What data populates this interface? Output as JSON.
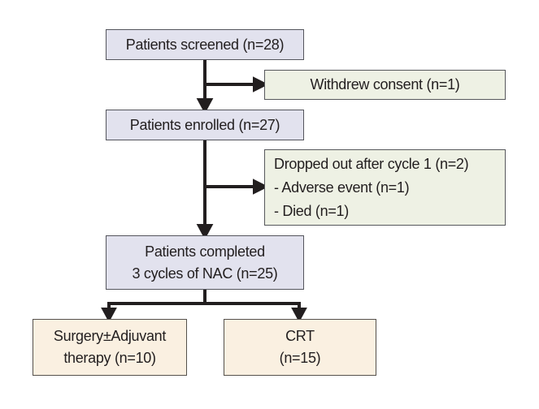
{
  "diagram": {
    "type": "patient-flow-diagram",
    "boxes": {
      "screened": {
        "label": "Patients screened (n=28)"
      },
      "withdrew": {
        "label": "Withdrew consent (n=1)"
      },
      "enrolled": {
        "label": "Patients enrolled (n=27)"
      },
      "dropped": {
        "lines": [
          "Dropped out after cycle 1 (n=2)",
          "- Adverse event (n=1)",
          "- Died (n=1)"
        ]
      },
      "completed": {
        "lines": [
          "Patients completed",
          "3 cycles of NAC (n=25)"
        ]
      },
      "surgery": {
        "lines": [
          "Surgery±Adjuvant",
          "therapy (n=10)"
        ]
      },
      "crt": {
        "lines": [
          "CRT",
          "(n=15)"
        ]
      }
    },
    "counts": {
      "screened": 28,
      "withdrew_consent": 1,
      "enrolled": 27,
      "dropped_after_cycle1": 2,
      "adverse_event": 1,
      "died": 1,
      "completed_3_cycles_nac": 25,
      "surgery_adjuvant": 10,
      "crt": 15
    },
    "colors": {
      "main_box_fill": "#e2e2ee",
      "side_box_fill": "#eef1e4",
      "outcome_box_fill": "#faf0e1",
      "border": "#54555c",
      "arrow": "#221e1f",
      "background": "#ffffff"
    }
  }
}
